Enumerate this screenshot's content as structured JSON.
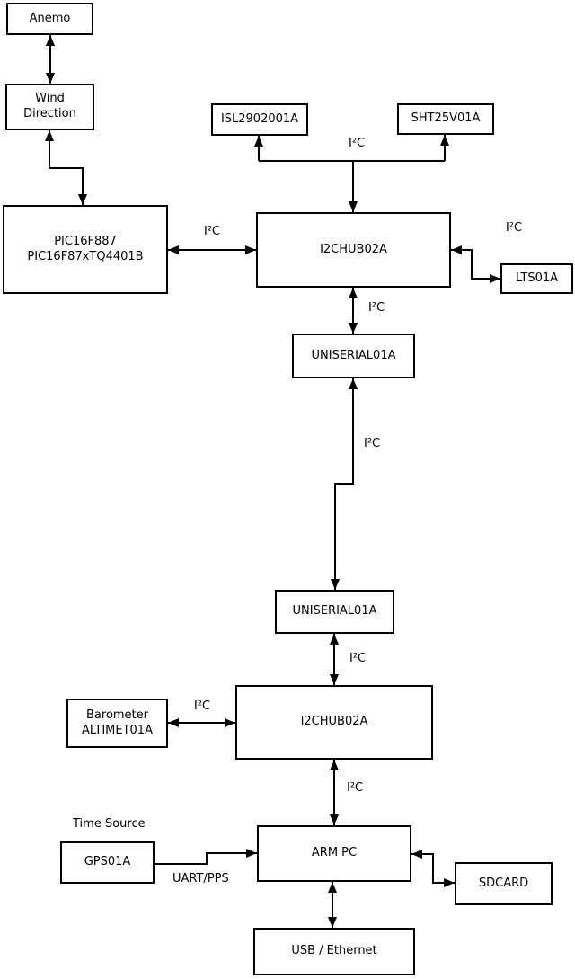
{
  "diagram": {
    "background_color": "#ffffff",
    "line_color": "#000000",
    "nodes": {
      "anemo": {
        "label": "Anemo"
      },
      "wind_direction": {
        "line1": "Wind",
        "line2": "Direction"
      },
      "pic": {
        "line1": "PIC16F887",
        "line2": "PIC16F87xTQ4401B"
      },
      "isl": {
        "label": "ISL2902001A"
      },
      "sht": {
        "label": "SHT25V01A"
      },
      "i2chub_top": {
        "label": "I2CHUB02A"
      },
      "lts": {
        "label": "LTS01A"
      },
      "uniserial_upper": {
        "label": "UNISERIAL01A"
      },
      "uniserial_lower": {
        "label": "UNISERIAL01A"
      },
      "barometer": {
        "line1": "Barometer",
        "line2": "ALTIMET01A"
      },
      "i2chub_bottom": {
        "label": "I2CHUB02A"
      },
      "gps": {
        "label": "GPS01A"
      },
      "arm_pc": {
        "label": "ARM PC"
      },
      "sdcard": {
        "label": "SDCARD"
      },
      "usb_ethernet": {
        "label": "USB / Ethernet"
      }
    },
    "edges": [
      {
        "from": "Anemo",
        "to": "Wind Direction",
        "label": "",
        "arrows": "both"
      },
      {
        "from": "Wind Direction",
        "to": "PIC16F887 PIC16F87xTQ4401B",
        "label": "",
        "arrows": "both"
      },
      {
        "from": "PIC16F887 PIC16F87xTQ4401B",
        "to": "I2CHUB02A (top)",
        "label": "I²C",
        "arrows": "both"
      },
      {
        "from": "I2CHUB02A (top)",
        "to": "ISL2902001A / SHT25V01A",
        "label": "I²C",
        "arrows": "both"
      },
      {
        "from": "I2CHUB02A (top)",
        "to": "LTS01A",
        "label": "I²C",
        "arrows": "both"
      },
      {
        "from": "I2CHUB02A (top)",
        "to": "UNISERIAL01A (upper)",
        "label": "I²C",
        "arrows": "both"
      },
      {
        "from": "UNISERIAL01A (upper)",
        "to": "UNISERIAL01A (lower)",
        "label": "I²C",
        "arrows": "both"
      },
      {
        "from": "UNISERIAL01A (lower)",
        "to": "I2CHUB02A (bottom)",
        "label": "I²C",
        "arrows": "both"
      },
      {
        "from": "Barometer ALTIMET01A",
        "to": "I2CHUB02A (bottom)",
        "label": "I²C",
        "arrows": "both"
      },
      {
        "from": "I2CHUB02A (bottom)",
        "to": "ARM PC",
        "label": "I²C",
        "arrows": "both"
      },
      {
        "from": "GPS01A",
        "to": "ARM PC",
        "label": "UART/PPS",
        "arrows": "to"
      },
      {
        "from": "ARM PC",
        "to": "SDCARD",
        "label": "",
        "arrows": "both"
      },
      {
        "from": "ARM PC",
        "to": "USB / Ethernet",
        "label": "",
        "arrows": "both"
      }
    ],
    "annotations": {
      "time_source": "Time Source"
    }
  }
}
